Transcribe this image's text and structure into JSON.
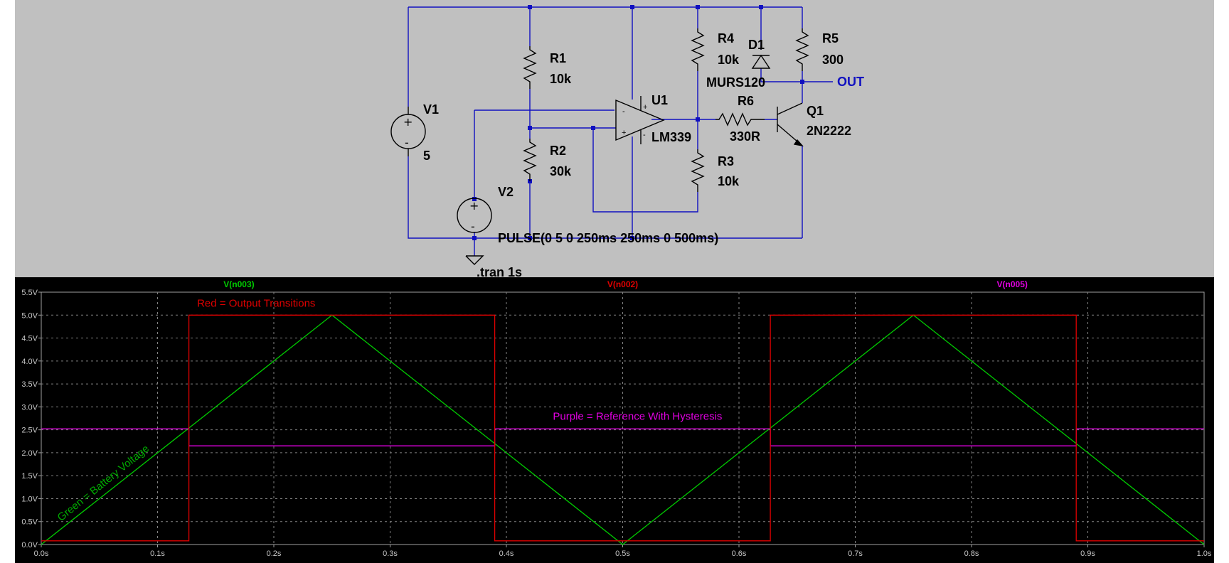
{
  "schematic": {
    "components": {
      "v1": {
        "name": "V1",
        "value": "5"
      },
      "v2": {
        "name": "V2",
        "value": "PULSE(0 5 0 250ms 250ms 0 500ms)"
      },
      "r1": {
        "name": "R1",
        "value": "10k"
      },
      "r2": {
        "name": "R2",
        "value": "30k"
      },
      "r3": {
        "name": "R3",
        "value": "10k"
      },
      "r4": {
        "name": "R4",
        "value": "10k"
      },
      "r5": {
        "name": "R5",
        "value": "300"
      },
      "r6": {
        "name": "R6",
        "value": "330R"
      },
      "d1": {
        "name": "D1",
        "value": "MURS120"
      },
      "u1": {
        "name": "U1",
        "value": "LM339"
      },
      "q1": {
        "name": "Q1",
        "value": "2N2222"
      }
    },
    "pins": {
      "plus": "+",
      "minus": "-"
    },
    "net_label": "OUT",
    "directive": ".tran 1s",
    "colors": {
      "background": "#c0c0c0",
      "wire": "#1010c0",
      "component": "#000000"
    }
  },
  "chart_data": {
    "type": "line",
    "xlim": [
      0,
      1.0
    ],
    "ylim": [
      0,
      5.5
    ],
    "x_ticks": [
      0.0,
      0.1,
      0.2,
      0.3,
      0.4,
      0.5,
      0.6,
      0.7,
      0.8,
      0.9,
      1.0
    ],
    "x_tick_labels": [
      "0.0s",
      "0.1s",
      "0.2s",
      "0.3s",
      "0.4s",
      "0.5s",
      "0.6s",
      "0.7s",
      "0.8s",
      "0.9s",
      "1.0s"
    ],
    "y_ticks": [
      0.0,
      0.5,
      1.0,
      1.5,
      2.0,
      2.5,
      3.0,
      3.5,
      4.0,
      4.5,
      5.0,
      5.5
    ],
    "y_tick_labels": [
      "0.0V",
      "0.5V",
      "1.0V",
      "1.5V",
      "2.0V",
      "2.5V",
      "3.0V",
      "3.5V",
      "4.0V",
      "4.5V",
      "5.0V",
      "5.5V"
    ],
    "grid": true,
    "background": "#000000",
    "series": [
      {
        "name": "V(n003)",
        "color": "#00cc00",
        "x": [
          0.0,
          0.25,
          0.5,
          0.75,
          1.0
        ],
        "y": [
          0.0,
          5.0,
          0.0,
          5.0,
          0.0
        ]
      },
      {
        "name": "V(n002)",
        "color": "#e00000",
        "x": [
          0.0,
          0.127,
          0.127,
          0.39,
          0.39,
          0.627,
          0.627,
          0.89,
          0.89,
          1.0
        ],
        "y": [
          0.08,
          0.08,
          5.0,
          5.0,
          0.08,
          0.08,
          5.0,
          5.0,
          0.08,
          0.08
        ]
      },
      {
        "name": "V(n005)",
        "color": "#e000e0",
        "x": [
          0.0,
          0.127,
          0.127,
          0.39,
          0.39,
          0.627,
          0.627,
          0.89,
          0.89,
          1.0
        ],
        "y": [
          2.52,
          2.52,
          2.15,
          2.15,
          2.52,
          2.52,
          2.15,
          2.15,
          2.52,
          2.52
        ]
      }
    ],
    "annotations": [
      {
        "text": "Red = Output Transitions",
        "color": "#e00000"
      },
      {
        "text": "Purple = Reference With Hysteresis",
        "color": "#e000e0"
      },
      {
        "text": "Green = Battery Voltage",
        "color": "#00aa00"
      }
    ]
  }
}
